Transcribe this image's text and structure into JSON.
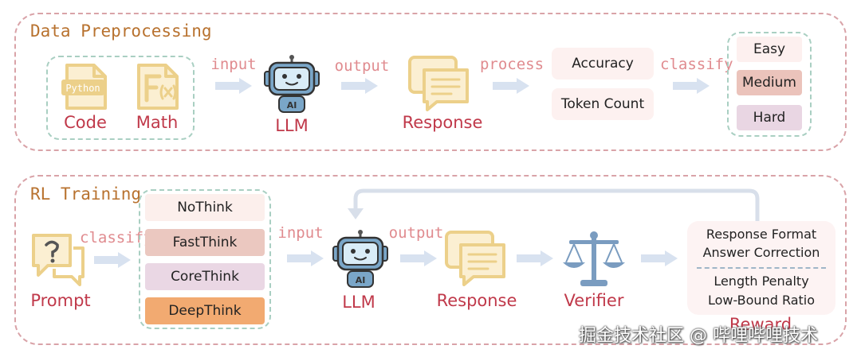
{
  "sections": {
    "preprocessing_title": "Data Preprocessing",
    "rl_title": "RL Training"
  },
  "preprocessing": {
    "python_icon_text": "Python",
    "code_label": "Code",
    "math_label": "Math",
    "arrow_input": "input",
    "llm_label": "LLM",
    "arrow_output": "output",
    "response_label": "Response",
    "arrow_process": "process",
    "metric_accuracy": "Accuracy",
    "metric_token_count": "Token Count",
    "arrow_classify": "classify",
    "difficulty": [
      "Easy",
      "Medium",
      "Hard"
    ]
  },
  "rl": {
    "prompt_label": "Prompt",
    "arrow_classify": "classify",
    "modes": [
      "NoThink",
      "FastThink",
      "CoreThink",
      "DeepThink"
    ],
    "arrow_input": "input",
    "llm_label": "LLM",
    "arrow_output": "output",
    "response_label": "Response",
    "verifier_label": "Verifier",
    "reward_lines": [
      "Response Format",
      "Answer Correction",
      "Length Penalty",
      "Low-Bound Ratio"
    ],
    "reward_label": "Reward"
  },
  "robot_badge": "AI",
  "watermark": "掘金技术社区 @ 哔哩哔哩技术",
  "colors": {
    "panel_border": "#d9a3a8",
    "title": "#b8722f",
    "accent_red": "#c0394a",
    "easy": "#fdf0ef",
    "medium": "#ebc3bb",
    "hard": "#e9d6e3",
    "nothink": "#fcefec",
    "fastthink": "#ebc8c0",
    "corethink": "#ead7e4",
    "deepthink": "#f2aa71",
    "robot_blue": "#7aa6c8",
    "icon_yellow": "#ecd08a"
  }
}
